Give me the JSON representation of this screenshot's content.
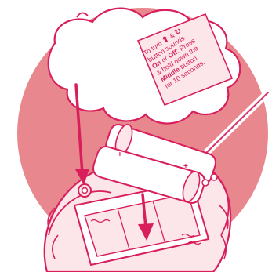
{
  "instruction_label": {
    "line1_a": "To turn ",
    "icon_1": "up-arrow-icon",
    "line1_b": " & ",
    "icon_2": "sound-loop-icon",
    "line2": "button sounds",
    "line3_a": "On",
    "line3_b": " or ",
    "line3_c": "Off",
    "line3_d": ": Press",
    "line4": "& hold down the",
    "line5_a": "Middle",
    "line5_b": " button",
    "line6": "for 10 seconds."
  },
  "battery_marks": {
    "plus_left": "+",
    "plus_right": "+"
  },
  "colors": {
    "accent": "#d81e5b",
    "circle_fill": "#e8888e",
    "light_fill": "#fde6ea",
    "cloud_fill": "#ffffff"
  }
}
